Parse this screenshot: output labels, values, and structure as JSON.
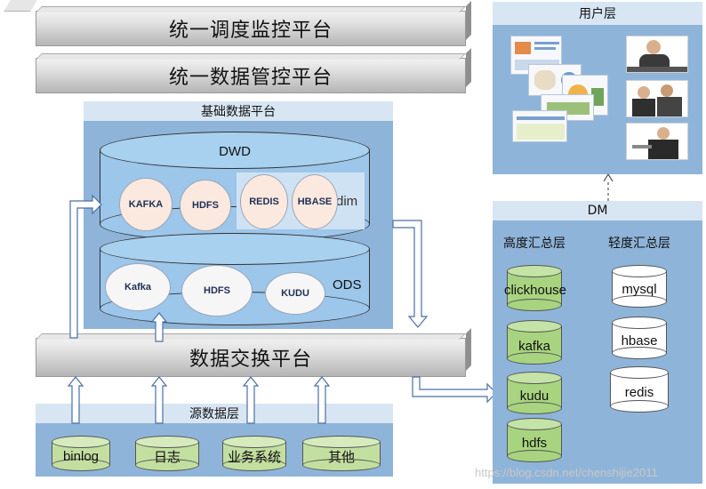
{
  "layers": {
    "scheduling": "统一调度监控平台",
    "data_governance": "统一数据管控平台",
    "exchange": "数据交换平台"
  },
  "base_platform": {
    "title": "基础数据平台",
    "dwd_label": "DWD",
    "dim_label": "dim",
    "ods_label": "ODS",
    "dwd_items": [
      "KAFKA",
      "HDFS",
      "REDIS",
      "HBASE"
    ],
    "ods_items": [
      "Kafka",
      "HDFS",
      "KUDU"
    ]
  },
  "source": {
    "title": "源数据层",
    "items": [
      "binlog",
      "日志",
      "业务系统",
      "其他"
    ]
  },
  "user_layer": {
    "title": "用户层"
  },
  "dm": {
    "title": "DM",
    "high_title": "高度汇总层",
    "light_title": "轻度汇总层",
    "high_items": [
      "clickhouse",
      "kafka",
      "kudu",
      "hdfs"
    ],
    "light_items": [
      "mysql",
      "hbase",
      "redis"
    ]
  },
  "watermark": "https://blog.csdn.net/chenshijie2011",
  "colors": {
    "panel_blue": "#8fb4d9",
    "panel_header": "#d8e6f3",
    "green": "#a8d480",
    "oval_fill": "#fbe9df"
  }
}
